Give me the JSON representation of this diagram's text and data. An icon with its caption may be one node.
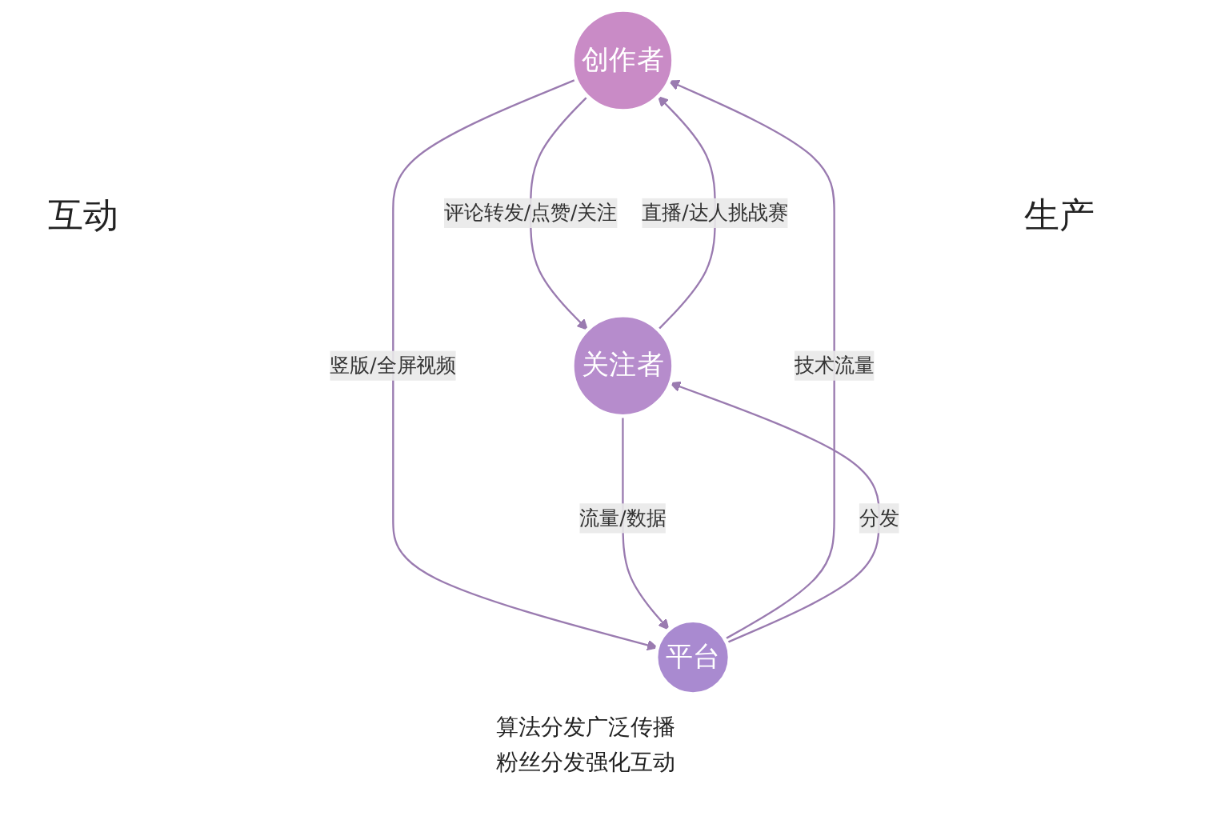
{
  "diagram": {
    "nodes": [
      {
        "text": [
          "创作者"
        ]
      },
      {
        "text": [
          "关注者"
        ]
      },
      {
        "text": [
          "平台"
        ]
      }
    ],
    "edges": [
      {
        "from": 0,
        "to": 1,
        "arrow": "to",
        "label": "评论转发/点赞/关注"
      },
      {
        "from": 1,
        "to": 0,
        "arrow": "to",
        "label": "直播/达人挑战赛"
      },
      {
        "from": 0,
        "to": 2,
        "arrow": "to",
        "label": "竖版/全屏视频"
      },
      {
        "from": 2,
        "to": 0,
        "arrow": "to",
        "label": "技术流量"
      },
      {
        "from": 1,
        "to": 2,
        "arrow": "to",
        "label": "流量/数据"
      },
      {
        "from": 2,
        "to": 1,
        "arrow": "to",
        "label": "分发"
      }
    ],
    "labels": [
      "互动",
      "生产",
      "算法分发广泛传播",
      "粉丝分发强化互动"
    ]
  }
}
